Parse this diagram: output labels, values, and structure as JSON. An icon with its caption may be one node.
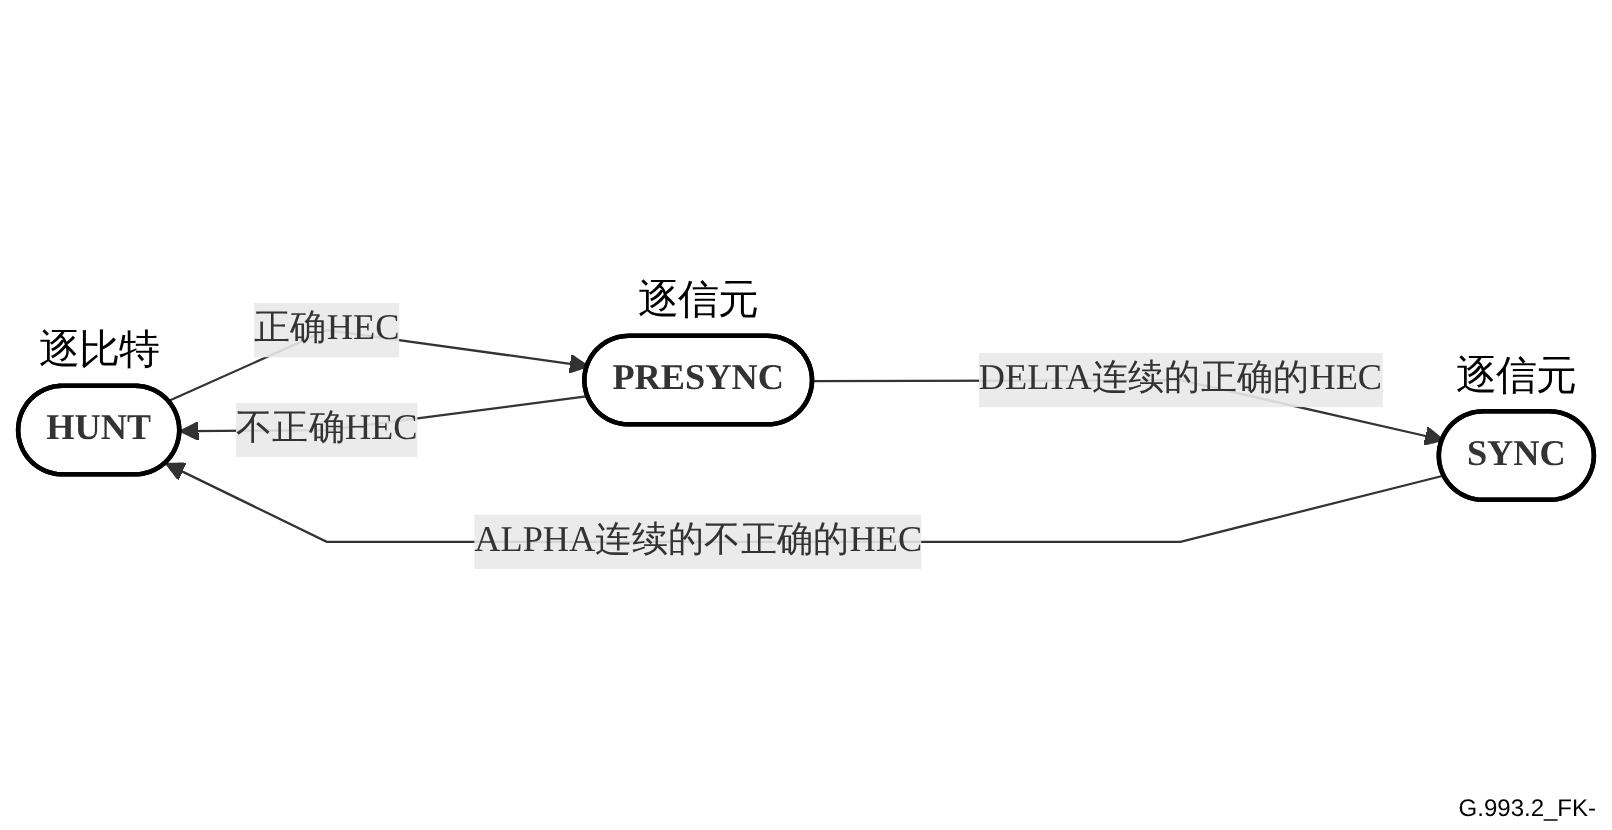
{
  "diagram": {
    "nodes": [
      {
        "text": [
          "HUNT"
        ],
        "beside": [
          "逐比特"
        ]
      },
      {
        "text": [
          "PRESYNC"
        ],
        "beside": [
          "逐信元"
        ]
      },
      {
        "text": [
          "SYNC"
        ],
        "beside": [
          "逐信元"
        ]
      }
    ],
    "edges": [
      {
        "from": 0,
        "to": 1,
        "arrow": "to",
        "label": "正确HEC"
      },
      {
        "from": 1,
        "to": 0,
        "arrow": "to",
        "label": "不正确HEC"
      },
      {
        "from": 1,
        "to": 2,
        "arrow": "to",
        "label": "DELTA连续的正确的HEC"
      },
      {
        "from": 2,
        "to": 0,
        "arrow": "to",
        "label": "ALPHA连续的不正确的HEC"
      }
    ],
    "labels": [
      "G.993.2_FK-"
    ]
  }
}
